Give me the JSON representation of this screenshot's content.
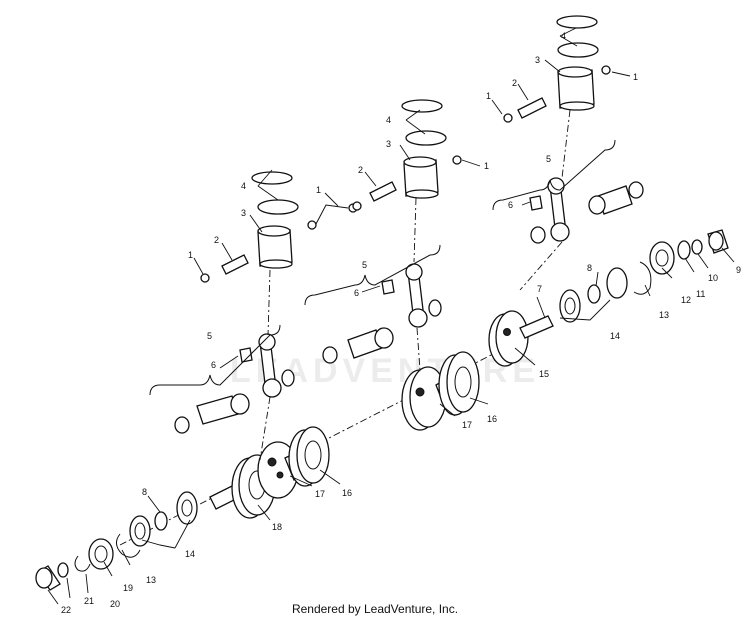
{
  "footer": {
    "text": "Rendered by LeadVenture, Inc."
  },
  "watermark": {
    "text": "LEADVENTURE"
  },
  "callouts": {
    "c1": "1",
    "c2": "2",
    "c3": "3",
    "c4": "4",
    "c5": "5",
    "c6": "6",
    "c7": "7",
    "c8": "8",
    "c9": "9",
    "c10": "10",
    "c11": "11",
    "c12": "12",
    "c13": "13",
    "c14": "14",
    "c15": "15",
    "c16": "16",
    "c17": "17",
    "c18": "18",
    "c19": "19",
    "c20": "20",
    "c21": "21",
    "c22": "22"
  }
}
